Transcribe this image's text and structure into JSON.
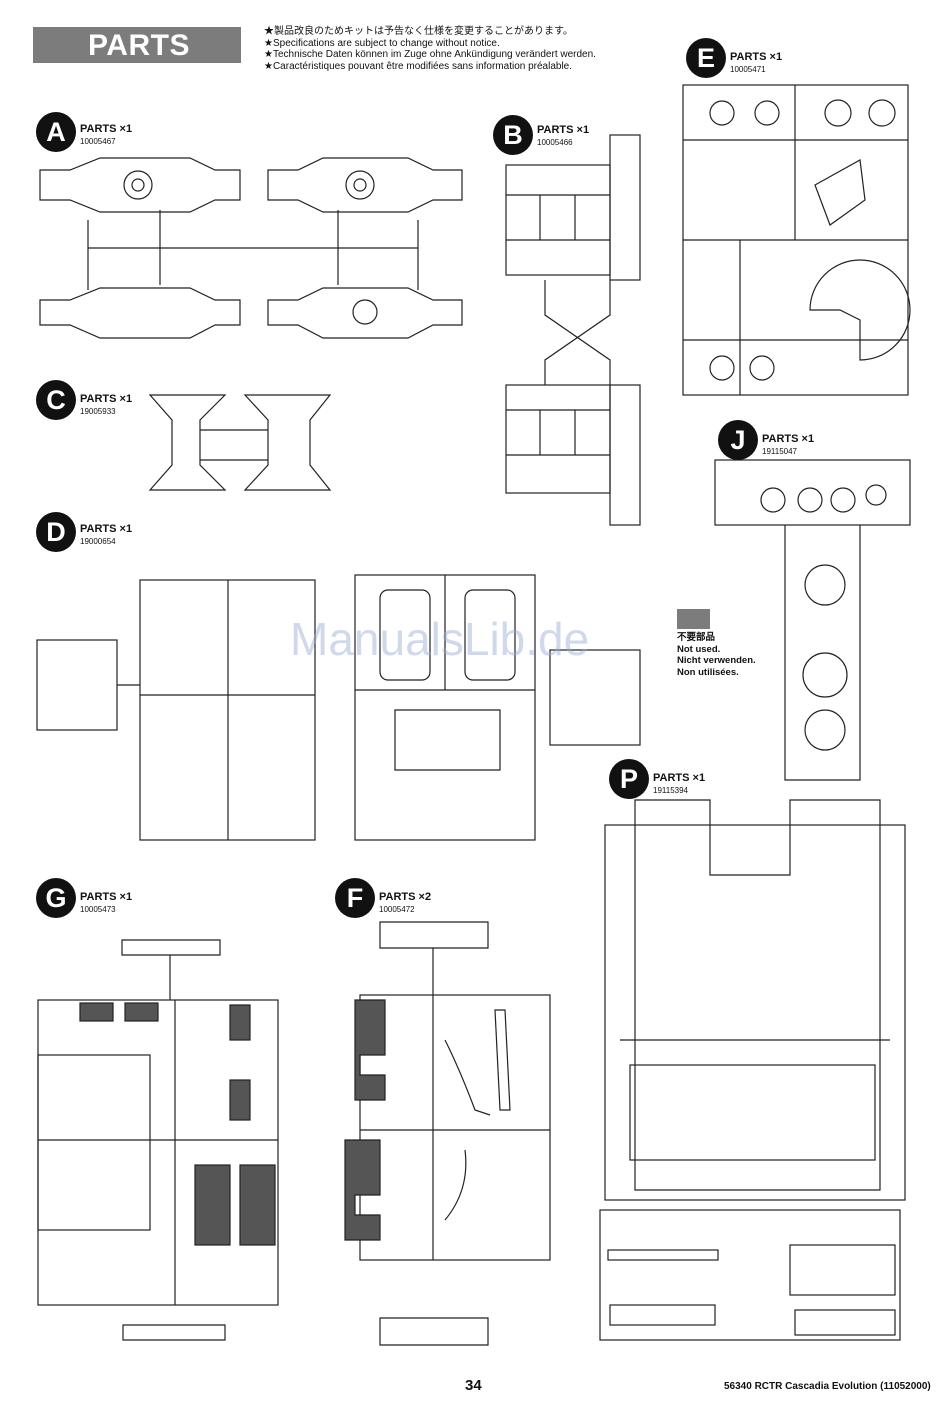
{
  "header": {
    "title": "PARTS"
  },
  "notices": [
    "★製品改良のためキットは予告なく仕様を変更することがあります。",
    "★Specifications are subject to change without notice.",
    "★Technische Daten können im Zuge ohne Ankündigung verändert werden.",
    "★Caractéristiques pouvant être modifiées sans information préalable."
  ],
  "parts": {
    "A": {
      "letter": "A",
      "title": "PARTS ×1",
      "code": "10005467"
    },
    "B": {
      "letter": "B",
      "title": "PARTS ×1",
      "code": "10005466"
    },
    "C": {
      "letter": "C",
      "title": "PARTS ×1",
      "code": "19005933"
    },
    "D": {
      "letter": "D",
      "title": "PARTS ×1",
      "code": "19000654"
    },
    "E": {
      "letter": "E",
      "title": "PARTS ×1",
      "code": "10005471"
    },
    "J": {
      "letter": "J",
      "title": "PARTS ×1",
      "code": "19115047"
    },
    "P": {
      "letter": "P",
      "title": "PARTS ×1",
      "code": "19115394"
    },
    "G": {
      "letter": "G",
      "title": "PARTS ×1",
      "code": "10005473"
    },
    "F": {
      "letter": "F",
      "title": "PARTS ×2",
      "code": "10005472"
    }
  },
  "unused_note": [
    "不要部品",
    "Not used.",
    "Nicht verwenden.",
    "Non utilisées."
  ],
  "watermark": "ManualsLib.de",
  "page_number": "34",
  "footer": "56340 RCTR Cascadia Evolution (11052000)"
}
